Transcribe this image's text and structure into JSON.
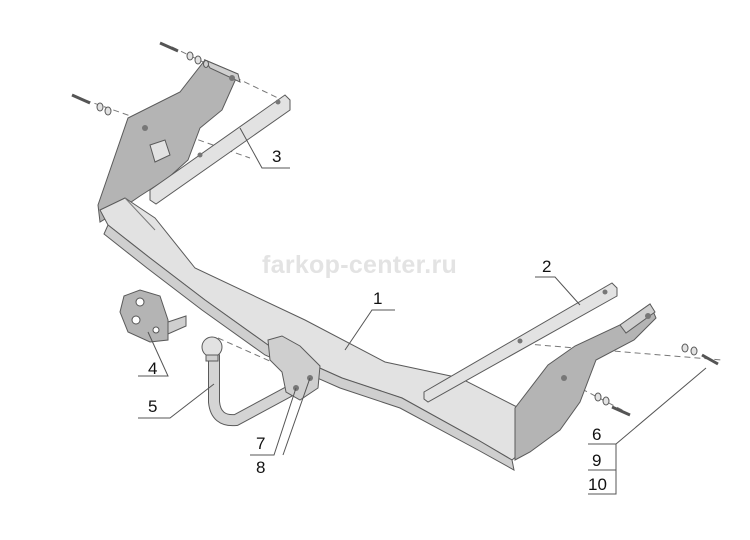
{
  "watermark": "farkop-center.ru",
  "callouts": [
    {
      "id": "1",
      "label": "1"
    },
    {
      "id": "2",
      "label": "2"
    },
    {
      "id": "3",
      "label": "3"
    },
    {
      "id": "4",
      "label": "4"
    },
    {
      "id": "5",
      "label": "5"
    },
    {
      "id": "6",
      "label": "6"
    },
    {
      "id": "7",
      "label": "7"
    },
    {
      "id": "8",
      "label": "8"
    },
    {
      "id": "9",
      "label": "9"
    },
    {
      "id": "10",
      "label": "10"
    }
  ]
}
